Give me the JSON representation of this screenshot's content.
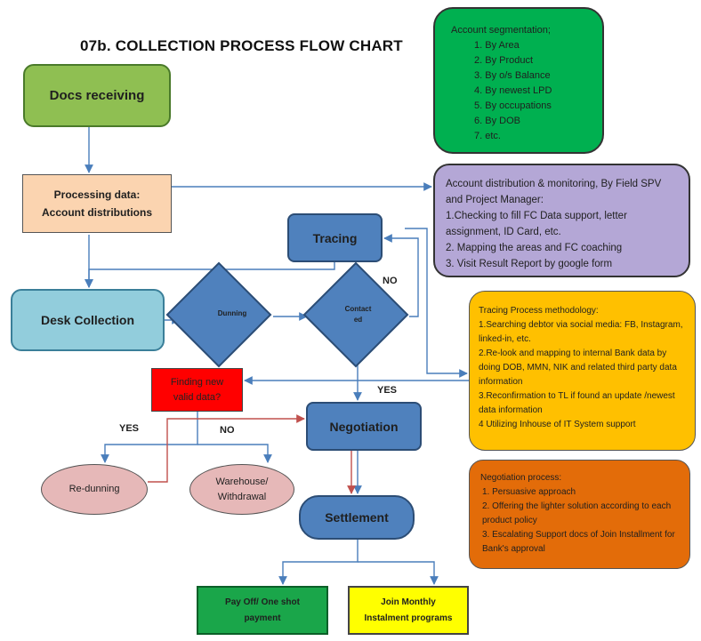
{
  "title": "07b.   COLLECTION PROCESS FLOW CHART",
  "nodes": {
    "docs_receiving": "Docs receiving",
    "processing_data": "Processing data:\nAccount distributions",
    "desk_collection": "Desk Collection",
    "dunning": "Dunning",
    "contacted": "Contact\ned",
    "tracing": "Tracing",
    "finding_new": "Finding new\nvalid data?",
    "negotiation": "Negotiation",
    "re_dunning": "Re-dunning",
    "warehouse": "Warehouse/\nWithdrawal",
    "settlement": "Settlement",
    "pay_off": "Pay Off/ One shot\npayment",
    "join_monthly": "Join Monthly\nInstalment programs"
  },
  "edge_labels": {
    "no_tracing": "NO",
    "yes_negotiation": "YES",
    "yes_redunning": "YES",
    "no_warehouse": "NO"
  },
  "panels": {
    "segmentation": {
      "heading": "Account segmentation;",
      "items": [
        "1.    By Area",
        "2.    By Product",
        "3.    By o/s Balance",
        "4.    By newest LPD",
        "5.    By occupations",
        "6.    By DOB",
        "7.    etc."
      ]
    },
    "distribution": {
      "heading": "Account distribution & monitoring, By Field SPV and Project Manager:",
      "items": [
        "1.Checking to fill FC Data support, letter assignment, ID Card, etc.",
        "2. Mapping the areas and FC coaching",
        "3. Visit Result Report by google form"
      ]
    },
    "tracing_method": {
      "heading": "Tracing Process methodology:",
      "items": [
        "1.Searching debtor via social media: FB, Instagram, linked-in, etc.",
        "2.Re-look and mapping to internal Bank data by doing DOB, MMN, NIK and related third party data information",
        "3.Reconfirmation to TL if found an update /newest data information",
        "4 Utilizing Inhouse of IT System support"
      ]
    },
    "negotiation_process": {
      "heading": "Negotiation process:",
      "items": [
        "1. Persuasive approach",
        "2. Offering the lighter solution according to each product policy",
        "3. Escalating Support docs of Join Installment for Bank's approval"
      ]
    }
  },
  "colors": {
    "connector_blue": "#4a7ebb",
    "connector_red": "#c0504d"
  }
}
